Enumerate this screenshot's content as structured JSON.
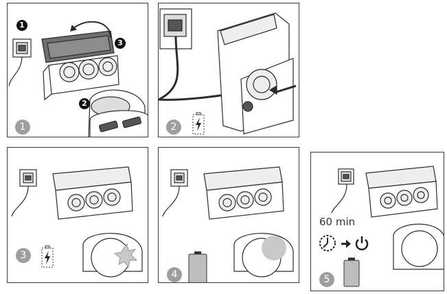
{
  "panels": [
    {
      "step": "1",
      "callouts": [
        "1",
        "2",
        "3"
      ]
    },
    {
      "step": "2",
      "icon": "charging-bolt-icon"
    },
    {
      "step": "3",
      "icon": "charging-bolt-icon"
    },
    {
      "step": "4",
      "icon": "battery-full-icon"
    },
    {
      "step": "5",
      "icon": "battery-full-icon",
      "timer_text": "60 min",
      "timer_icon": "timer-icon",
      "arrow_icon": "arrow-right-icon",
      "power_icon": "power-icon"
    }
  ],
  "colors": {
    "line": "#2b2b2b",
    "step_badge": "#9e9e9e",
    "socket_fill": "#5a5a5a",
    "battery_fill": "#bdbdbd",
    "glow": "#c8c8c8"
  }
}
